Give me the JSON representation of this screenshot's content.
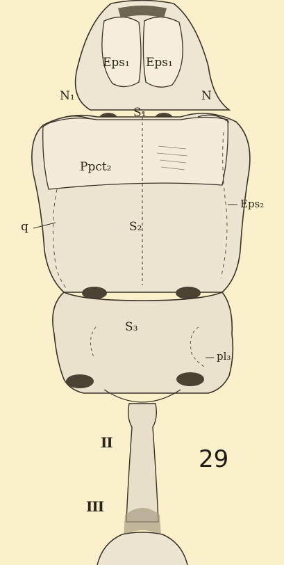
{
  "figure": {
    "number": "29",
    "colors": {
      "background": "#fbf0cc",
      "body_fill": "#ece5d2",
      "outline": "#3a3226",
      "shading": "#8b8069"
    }
  },
  "labels": {
    "eps1_left": "Eps₁",
    "eps1_right": "Eps₁",
    "n1_left": "N₁",
    "n1_right": "N",
    "s1": "S₁",
    "ppct2": "Ppct₂",
    "eps2": "Eps₂",
    "q": "q",
    "s2": "S₂",
    "s3": "S₃",
    "pl3": "pl₃",
    "segment_ii": "II",
    "segment_iii": "III"
  }
}
